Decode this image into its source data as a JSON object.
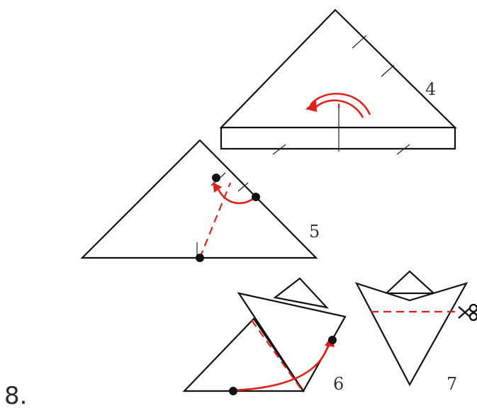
{
  "section_number": "8.",
  "steps": [
    {
      "label": "4"
    },
    {
      "label": "5"
    },
    {
      "label": "6"
    },
    {
      "label": "7"
    }
  ],
  "colors": {
    "line": "#111111",
    "fold_and_arrow": "#e0201b",
    "background": "#ffffff"
  },
  "icons": {
    "scissors": "scissors-icon"
  }
}
